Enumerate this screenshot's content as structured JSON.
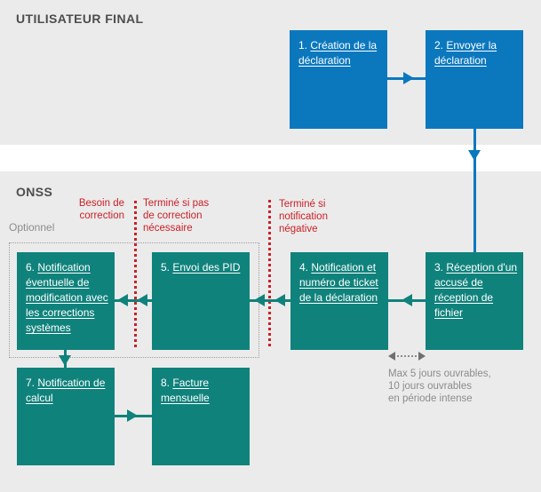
{
  "lanes": {
    "top": "UTILISATEUR FINAL",
    "bottom": "ONSS"
  },
  "boxes": [
    {
      "num": "1.",
      "label": "Création de la déclaration"
    },
    {
      "num": "2.",
      "label": "Envoyer la déclaration"
    },
    {
      "num": "3.",
      "label": "Réception d'un accusé de réception de fichier"
    },
    {
      "num": "4.",
      "label": "Notification et numéro de ticket de la déclaration"
    },
    {
      "num": "5.",
      "label": "Envoi des PID"
    },
    {
      "num": "6.",
      "label": "Notification éventuelle de modification avec les corrections systèmes"
    },
    {
      "num": "7.",
      "label": "Notification de calcul"
    },
    {
      "num": "8.",
      "label": "Facture mensuelle"
    }
  ],
  "annotations": {
    "optionnel": "Optionnel",
    "besoin_correction": "Besoin de\ncorrection",
    "termine_si_pas": "Terminé si pas\nde correction\nnécessaire",
    "termine_si_negative": "Terminé si\nnotification\nnégative",
    "delai": "Max 5 jours ouvrables,\n10 jours ouvrables\nen période intense"
  },
  "colors": {
    "user_box_blue": "#0b78be",
    "onss_box_teal": "#10827c",
    "annotation_red": "#cb2026",
    "lane_band_gray": "#ebebeb",
    "note_gray": "#8c8c8c"
  }
}
